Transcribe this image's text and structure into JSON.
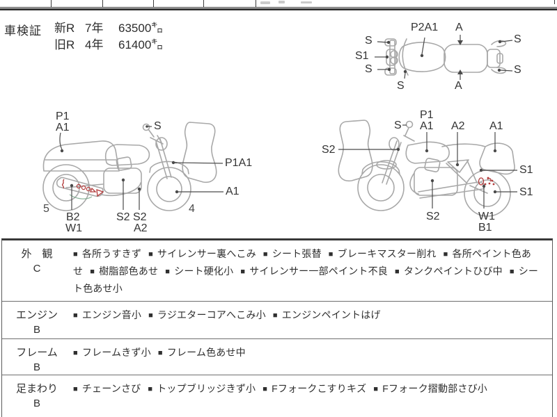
{
  "header": {
    "title": "車検証",
    "rows": [
      {
        "era": "新R",
        "years": "7年",
        "distance": "63500㌔"
      },
      {
        "era": "旧R",
        "years": "4年",
        "distance": "61400㌔"
      }
    ]
  },
  "diagrams": {
    "top_view": {
      "labels": {
        "p2a1": "P2A1",
        "a_top": "A",
        "a_bottom": "A",
        "s_top_left": "S",
        "s1_front": "S1",
        "s_bottom_left": "S",
        "s_mirror": "S",
        "s_top_right": "S",
        "s_bottom_right": "S"
      }
    },
    "left_side": {
      "labels": {
        "p1": "P1",
        "a1_rear": "A1",
        "s_mirror": "S",
        "p1a1_fender": "P1A1",
        "a1_front_wheel": "A1",
        "b2": "B2",
        "w1": "W1",
        "s2_a": "S2",
        "s2_b": "S2",
        "a2": "A2"
      },
      "wheel_numbers": {
        "rear": "5",
        "front": "4"
      }
    },
    "right_side": {
      "labels": {
        "s_mirror": "S",
        "p1": "P1",
        "a1_tank": "A1",
        "a2_cover": "A2",
        "a1_rear": "A1",
        "s2_front": "S2",
        "s1_shock": "S1",
        "s1_wheel": "S1",
        "s2_engine": "S2",
        "w1": "W1",
        "b1": "B1"
      }
    }
  },
  "bullet_char": "■",
  "sections": [
    {
      "name": "外　観",
      "grade": "C",
      "items": [
        "各所うすきず",
        "サイレンサー裏へこみ",
        "シート張替",
        "ブレーキマスター削れ",
        "各所ペイント色あせ",
        "樹脂部色あせ",
        "シート硬化小",
        "サイレンサー一部ペイント不良",
        "タンクペイントひび中",
        "シート色あせ小"
      ]
    },
    {
      "name": "エンジン",
      "grade": "B",
      "items": [
        "エンジン音小",
        "ラジエターコアへこみ小",
        "エンジンペイントはげ"
      ]
    },
    {
      "name": "フレーム",
      "grade": "B",
      "items": [
        "フレームきず小",
        "フレーム色あせ中"
      ]
    },
    {
      "name": "足まわり",
      "grade": "B",
      "items": [
        "チェーンさび",
        "トップブリッジきず小",
        "Fフォークこすりキズ",
        "Fフォーク摺動部さび小"
      ]
    }
  ],
  "colors": {
    "sketch_line": "#a8a8a8",
    "leader_line": "#4a4a4a",
    "damage_mark": "#b23b3b",
    "repair_mark": "#79a98c",
    "text": "#2f2f2f",
    "border": "#4d4d4d"
  }
}
